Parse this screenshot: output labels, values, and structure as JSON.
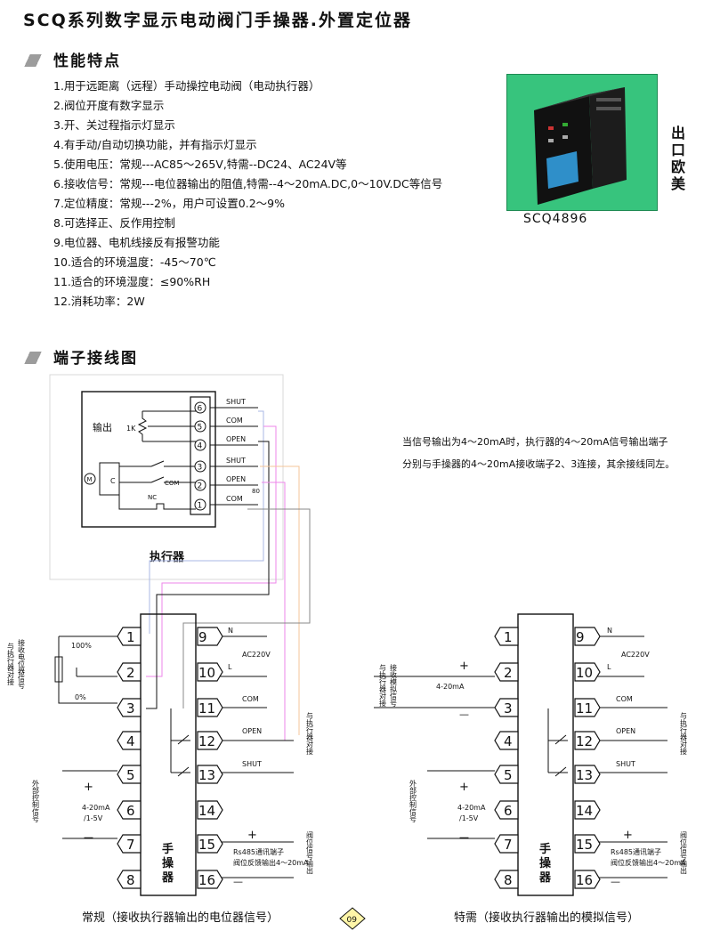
{
  "title": "SCQ系列数字显示电动阀门手操器.外置定位器",
  "section_features": "性能特点",
  "features": [
    "1.用于远距离（远程）手动操控电动阀（电动执行器）",
    "2.阀位开度有数字显示",
    "3.开、关过程指示灯显示",
    "4.有手动/自动切换功能，并有指示灯显示",
    "5.使用电压：常规---AC85～265V,特需--DC24、AC24V等",
    "6.接收信号：常规---电位器输出的阻值,特需--4～20mA.DC,0～10V.DC等信号",
    "7.定位精度：常规---2%，用户可设置0.2～9%",
    "8.可选择正、反作用控制",
    "9.电位器、电机线接反有报警功能",
    "10.适合的环境温度：-45～70℃",
    "11.适合的环境湿度：≤90%RH",
    "12.消耗功率：2W"
  ],
  "product": {
    "model": "SCQ4896",
    "origin": [
      "出",
      "口",
      "欧",
      "美"
    ]
  },
  "section_wiring": "端子接线图",
  "actuator": {
    "caption": "执行器",
    "output_label": "输出",
    "resistor": "1K",
    "motor": "M",
    "cap": "C",
    "com_inner": "COM",
    "nc": "NC",
    "terminals": [
      "6",
      "5",
      "4",
      "3",
      "2",
      "1"
    ],
    "terminal_labels": [
      "SHUT",
      "COM",
      "OPEN",
      "SHUT",
      "OPEN",
      "COM"
    ],
    "fuse": "80"
  },
  "note": [
    "当信号输出为4～20mA时，执行器的4～20mA信号输出端子",
    "分别与手操器的4～20mA接收端子2、3连接，其余接线同左。"
  ],
  "controller_label": [
    "手",
    "操",
    "器"
  ],
  "left_terminals": [
    "1",
    "2",
    "3",
    "4",
    "5",
    "6",
    "7",
    "8"
  ],
  "right_terminals": [
    "9",
    "10",
    "11",
    "12",
    "13",
    "14",
    "15",
    "16"
  ],
  "side_labels": {
    "n": "N",
    "l": "L",
    "ac": "AC220V",
    "com": "COM",
    "open": "OPEN",
    "shut": "SHUT",
    "plus": "+",
    "minus": "—",
    "rs485": "Rs485通讯端子",
    "feedback": "阀位反馈输出4～20mA",
    "range_ma": "4-20mA",
    "range_v": "/1-5V",
    "pct100": "100%",
    "pct0": "0%"
  },
  "left_vertical": {
    "pot_receive": "接收电位器信号",
    "actuator_connect": "与执行器对接",
    "external": "外部控制信号",
    "valve_out": "阀位信号输出",
    "analog_receive": "接收模拟信号"
  },
  "footer": {
    "left": "常规（接收执行器输出的电位器信号）",
    "right": "特需（接收执行器输出的模拟信号）",
    "page": "09"
  }
}
